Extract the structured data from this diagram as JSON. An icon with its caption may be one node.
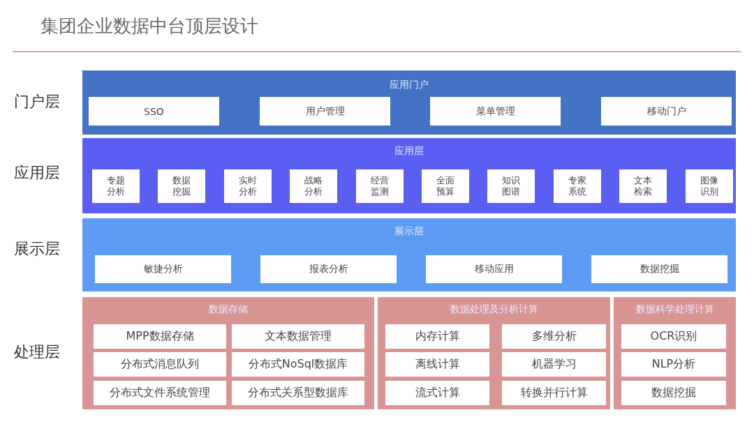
{
  "diagram": {
    "title": "集团企业数据中台顶层设计",
    "nodes": [
      {
        "text": [
          "应用门户"
        ]
      },
      {
        "text": [
          "SSO"
        ],
        "in": 0
      },
      {
        "text": [
          "用户管理"
        ],
        "in": 0
      },
      {
        "text": [
          "菜单管理"
        ],
        "in": 0
      },
      {
        "text": [
          "移动门户"
        ],
        "in": 0
      },
      {
        "text": [
          "应用层"
        ]
      },
      {
        "text": [
          "专题分析"
        ],
        "in": 5
      },
      {
        "text": [
          "数据挖掘"
        ],
        "in": 5
      },
      {
        "text": [
          "实时分析"
        ],
        "in": 5
      },
      {
        "text": [
          "战略分析"
        ],
        "in": 5
      },
      {
        "text": [
          "经营监测"
        ],
        "in": 5
      },
      {
        "text": [
          "全面预算"
        ],
        "in": 5
      },
      {
        "text": [
          "知识图谱"
        ],
        "in": 5
      },
      {
        "text": [
          "专家系统"
        ],
        "in": 5
      },
      {
        "text": [
          "文本检索"
        ],
        "in": 5
      },
      {
        "text": [
          "图像识别"
        ],
        "in": 5
      },
      {
        "text": [
          "展示层"
        ]
      },
      {
        "text": [
          "敏捷分析"
        ],
        "in": 16
      },
      {
        "text": [
          "报表分析"
        ],
        "in": 16
      },
      {
        "text": [
          "移动应用"
        ],
        "in": 16
      },
      {
        "text": [
          "数据挖掘"
        ],
        "in": 16
      },
      {
        "text": [
          "数据存储"
        ]
      },
      {
        "text": [
          "MPP数据存储"
        ],
        "in": 21
      },
      {
        "text": [
          "文本数据管理"
        ],
        "in": 21
      },
      {
        "text": [
          "分布式消息队列"
        ],
        "in": 21
      },
      {
        "text": [
          "分布式NoSql数据库"
        ],
        "in": 21
      },
      {
        "text": [
          "分布式文件系统管理"
        ],
        "in": 21
      },
      {
        "text": [
          "分布式关系型数据库"
        ],
        "in": 21
      },
      {
        "text": [
          "数据处理及分析计算"
        ]
      },
      {
        "text": [
          "内存计算"
        ],
        "in": 28
      },
      {
        "text": [
          "多维分析"
        ],
        "in": 28
      },
      {
        "text": [
          "离线计算"
        ],
        "in": 28
      },
      {
        "text": [
          "机器学习"
        ],
        "in": 28
      },
      {
        "text": [
          "流式计算"
        ],
        "in": 28
      },
      {
        "text": [
          "转换并行计算"
        ],
        "in": 28
      },
      {
        "text": [
          "数据科学处理计算"
        ]
      },
      {
        "text": [
          "OCR识别"
        ],
        "in": 35
      },
      {
        "text": [
          "NLP分析"
        ],
        "in": 35
      },
      {
        "text": [
          "数据挖掘"
        ],
        "in": 35
      }
    ],
    "labels": [
      "门户层",
      "应用层",
      "展示层",
      "处理层"
    ]
  }
}
